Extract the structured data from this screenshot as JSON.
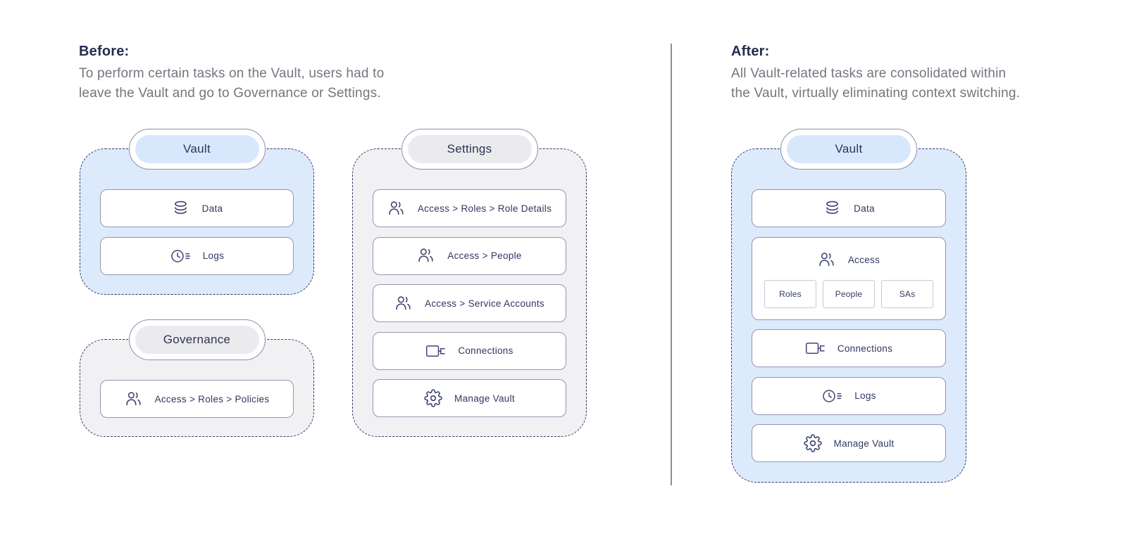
{
  "before": {
    "heading": "Before:",
    "body_line1": "To perform certain tasks on the Vault, users had to",
    "body_line2": "leave the Vault and go to Governance or Settings."
  },
  "after": {
    "heading": "After:",
    "body_line1": "All Vault-related tasks are consolidated within",
    "body_line2": "the Vault, virtually eliminating context switching."
  },
  "vault_before": {
    "title": "Vault",
    "items": [
      {
        "icon": "database-icon",
        "label": "Data"
      },
      {
        "icon": "clock-list-icon",
        "label": "Logs"
      }
    ]
  },
  "settings": {
    "title": "Settings",
    "items": [
      {
        "icon": "people-icon",
        "label": "Access > Roles > Role Details"
      },
      {
        "icon": "people-icon",
        "label": "Access > People"
      },
      {
        "icon": "people-icon",
        "label": "Access > Service Accounts"
      },
      {
        "icon": "connections-icon",
        "label": "Connections"
      },
      {
        "icon": "gear-icon",
        "label": "Manage Vault"
      }
    ]
  },
  "governance": {
    "title": "Governance",
    "items": [
      {
        "icon": "people-icon",
        "label": "Access > Roles > Policies"
      }
    ]
  },
  "vault_after": {
    "title": "Vault",
    "items": [
      {
        "icon": "database-icon",
        "label": "Data"
      },
      {
        "icon": "people-icon",
        "label": "Access",
        "children": [
          "Roles",
          "People",
          "SAs"
        ]
      },
      {
        "icon": "connections-icon",
        "label": "Connections"
      },
      {
        "icon": "clock-list-icon",
        "label": "Logs"
      },
      {
        "icon": "gear-icon",
        "label": "Manage Vault"
      }
    ]
  },
  "colors": {
    "background": "#ffffff",
    "panel_blue": "#ddeafc",
    "panel_gray": "#f1f1f3",
    "pill_inner_blue": "#d7e8fc",
    "pill_inner_gray": "#ebebee",
    "dashed_border": "#343a68",
    "card_border": "#9196b3",
    "heading_text": "#272c4f",
    "body_text": "#74767f",
    "label_text": "#303760",
    "divider": "#8e8f93"
  }
}
